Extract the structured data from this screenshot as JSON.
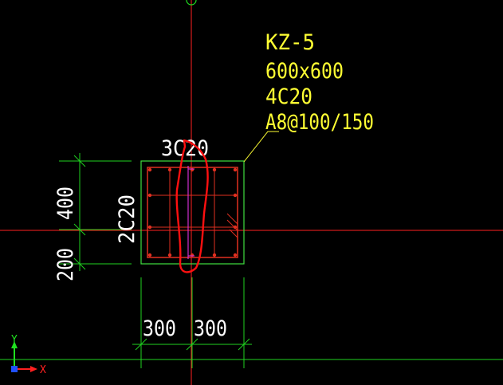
{
  "colors": {
    "background": "#000000",
    "axis_red": "#ff2020",
    "grid_green": "#1fd21f",
    "annotation_yellow": "#ffff33",
    "text_white": "#ffffff",
    "rebar_red": "#e03020",
    "markup_red": "#ff1010",
    "column_outline": "#3fdf3f",
    "ucs_blue": "#2050ff",
    "ucs_green": "#20e020",
    "ucs_red": "#ff2020"
  },
  "column_label": {
    "name": "KZ-5",
    "size": "600x600",
    "corner_bars": "4C20",
    "stirrups": "A8@100/150"
  },
  "rebar": {
    "top_bars": "3C20",
    "side_bars": "2C20"
  },
  "dimensions": {
    "vertical_top": "400",
    "vertical_bottom": "200",
    "horizontal_left": "300",
    "horizontal_right": "300"
  },
  "ucs": {
    "x_label": "X",
    "y_label": "Y"
  }
}
